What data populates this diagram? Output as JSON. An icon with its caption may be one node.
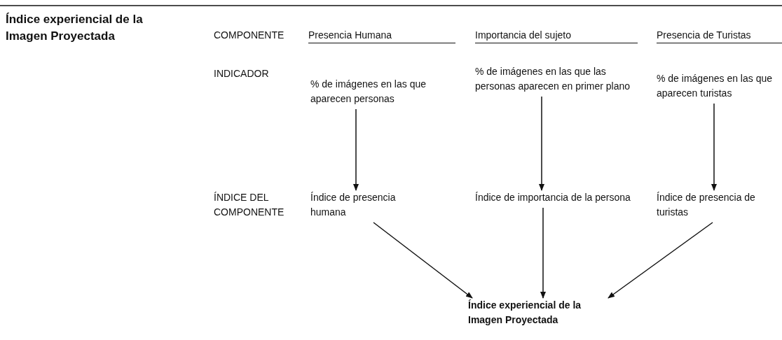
{
  "diagram": {
    "title": "Índice experiencial de la Imagen Proyectada",
    "nodes": [
      {
        "text": [
          "% de imágenes en las que aparecen personas"
        ]
      },
      {
        "text": [
          "% de imágenes en las que las personas aparecen en primer plano"
        ]
      },
      {
        "text": [
          "% de imágenes en las que aparecen turistas"
        ]
      },
      {
        "text": [
          "Índice de presencia humana"
        ]
      },
      {
        "text": [
          "Índice de importancia de la persona"
        ]
      },
      {
        "text": [
          "Índice de presencia de turistas"
        ]
      },
      {
        "text": [
          "Índice experiencial de la Imagen Proyectada"
        ]
      }
    ],
    "edges": [
      {
        "from": 0,
        "to": 3,
        "arrow": "to"
      },
      {
        "from": 1,
        "to": 4,
        "arrow": "to"
      },
      {
        "from": 2,
        "to": 5,
        "arrow": "to"
      },
      {
        "from": 3,
        "to": 6,
        "arrow": "to"
      },
      {
        "from": 4,
        "to": 6,
        "arrow": "to"
      },
      {
        "from": 5,
        "to": 6,
        "arrow": "to"
      }
    ],
    "labels": [
      "COMPONENTE",
      "Presencia Humana",
      "Importancia del sujeto",
      "Presencia de Turistas",
      "INDICADOR",
      "ÍNDICE DEL COMPONENTE"
    ]
  }
}
